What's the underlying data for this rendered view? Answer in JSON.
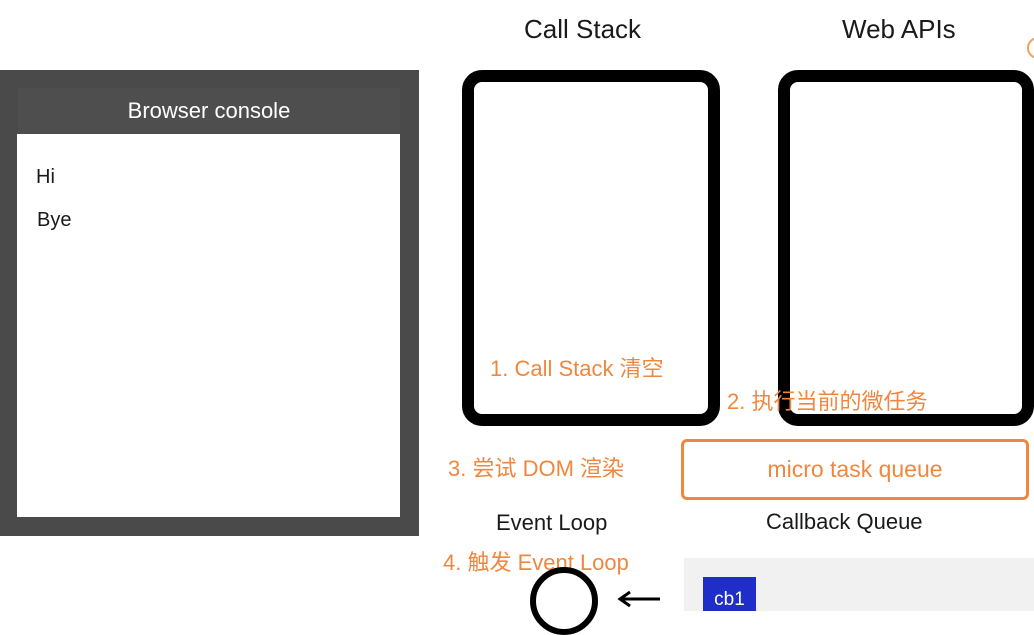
{
  "console": {
    "title": "Browser console",
    "lines": [
      "Hi",
      "Bye"
    ]
  },
  "headings": {
    "call_stack": "Call Stack",
    "web_apis": "Web APIs"
  },
  "steps": {
    "step1": "1. Call Stack 清空",
    "step2": "2. 执行当前的微任务",
    "step3": "3. 尝试 DOM 渲染",
    "step4": "4. 触发 Event Loop"
  },
  "micro_task_queue": "micro task queue",
  "labels": {
    "event_loop": "Event Loop",
    "callback_queue": "Callback Queue"
  },
  "callback_items": [
    "cb1"
  ],
  "colors": {
    "accent_orange": "#f0873e",
    "callback_blue": "#1f2ec9",
    "console_frame": "#4a4a4a"
  },
  "icons": {
    "loop": "circular-arrow-icon",
    "arrow": "arrow-left-icon"
  }
}
